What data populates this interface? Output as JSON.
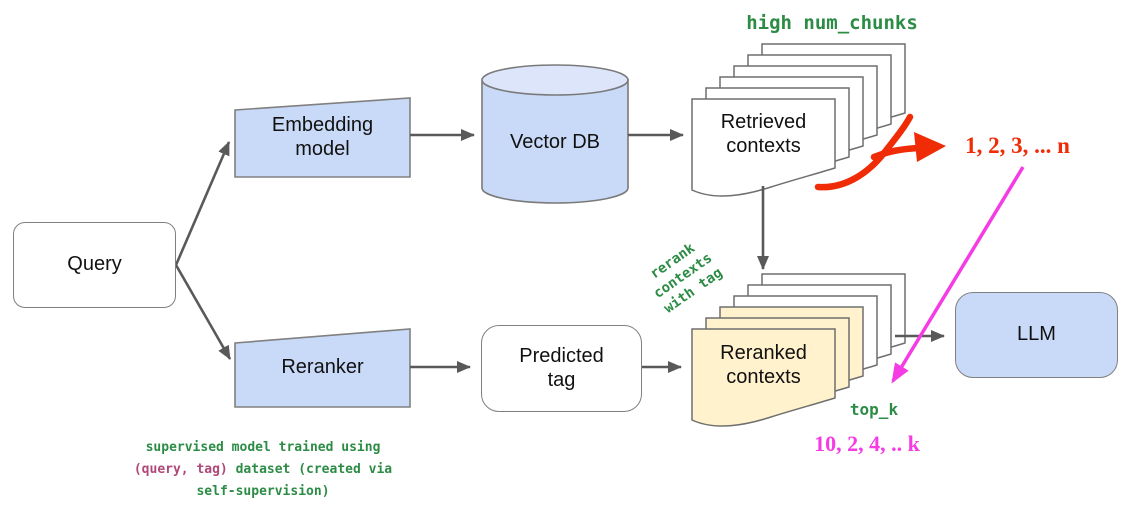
{
  "diagram": {
    "nodes": {
      "query": {
        "label": "Query"
      },
      "embedding_model": {
        "label": "Embedding\nmodel"
      },
      "vector_db": {
        "label": "Vector DB"
      },
      "retrieved_contexts": {
        "label": "Retrieved\ncontexts"
      },
      "reranker": {
        "label": "Reranker"
      },
      "predicted_tag": {
        "label": "Predicted\ntag"
      },
      "reranked_contexts": {
        "label": "Reranked\ncontexts"
      },
      "llm": {
        "label": "LLM"
      }
    },
    "annotations": {
      "high_num_chunks": "high num_chunks",
      "retrieved_rank_sequence": "1, 2, 3, ... n",
      "rerank_note": "rerank\ncontexts\nwith tag",
      "top_k": "top_k",
      "reranked_rank_sequence": "10, 2, 4, .. k",
      "caption": {
        "line1": "supervised model trained using",
        "line2_highlight": "(query, tag)",
        "line2_rest": "dataset (created via",
        "line3": "self-supervision)"
      }
    },
    "colors": {
      "node_fill_blue": "#c9daf8",
      "cylinder_top_fill": "#dce5fa",
      "doc_fill_white": "#ffffff",
      "doc_fill_highlight": "#fff2cc",
      "annotation_green": "#2c8c46",
      "annotation_red": "#ef2c06",
      "annotation_magenta": "#f53ce4",
      "annotation_pink": "#b04779",
      "arrow_gray": "#595959",
      "border_gray": "#808080"
    }
  }
}
